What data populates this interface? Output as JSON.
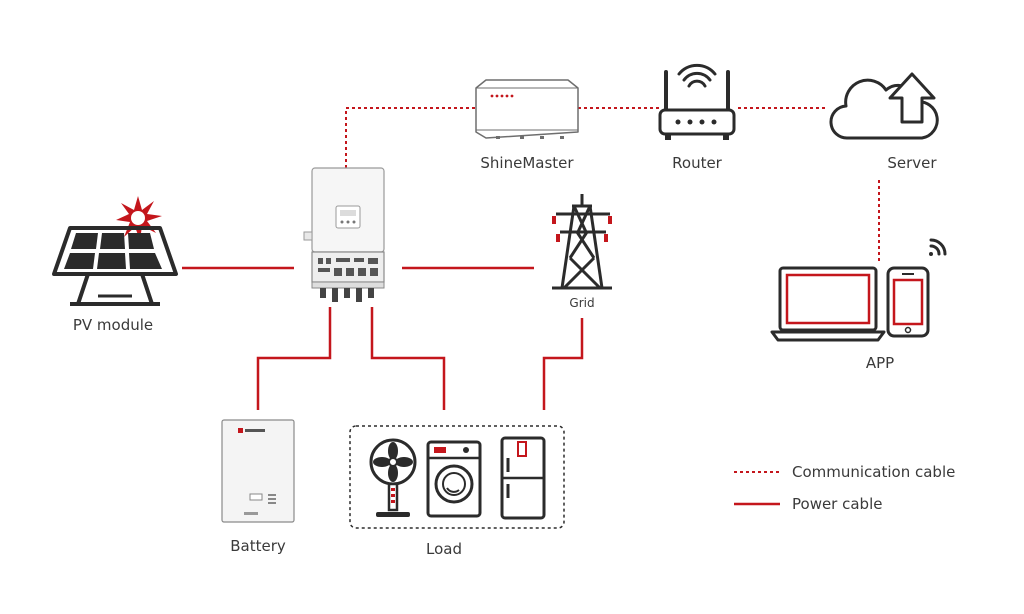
{
  "labels": {
    "pv_module": "PV module",
    "shinemaster": "ShineMaster",
    "router": "Router",
    "server": "Server",
    "grid": "Grid",
    "app": "APP",
    "battery": "Battery",
    "load": "Load"
  },
  "legend": {
    "communication": "Communication cable",
    "power": "Power cable"
  },
  "colors": {
    "cable": "#c4161c",
    "icon": "#2b2b2b",
    "device_outline": "#7a7a7a"
  }
}
